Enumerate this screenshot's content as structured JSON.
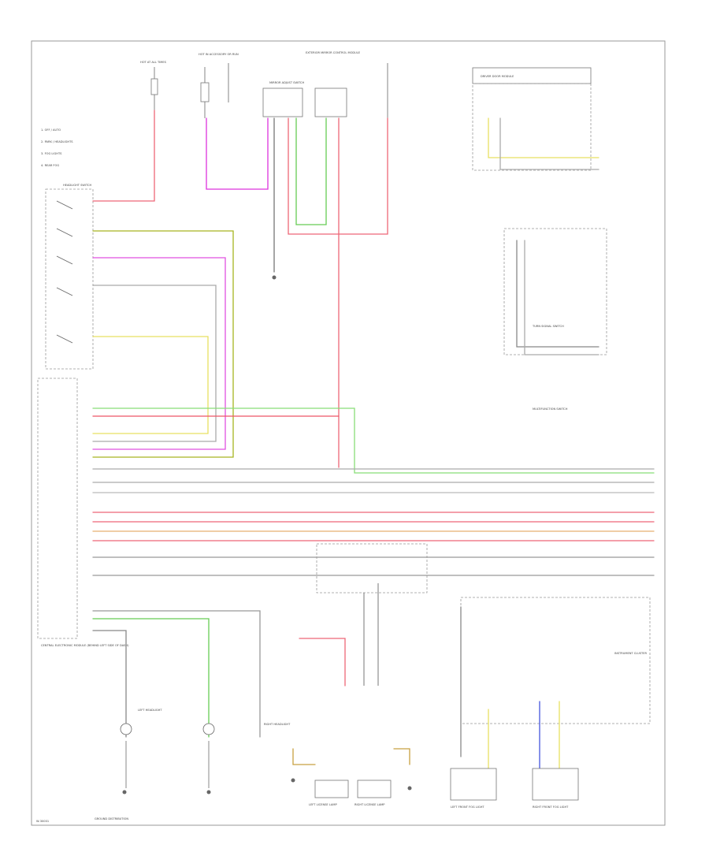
{
  "labels": {
    "top_left_fuse": "HOT AT ALL TIMES",
    "fuse_box_top": "HOT IN ACCESSORY OR RUN",
    "module_a": "MIRROR ADJUST SWITCH",
    "top_center_module": "EXTERIOR MIRROR CONTROL MODULE",
    "right_top_module": "DRIVER DOOR MODULE",
    "legend_1": "1. OFF / AUTO",
    "legend_2": "2. PARK / HEADLIGHTS",
    "legend_3": "3. FOG LIGHTS",
    "legend_4": "4. REAR FOG",
    "headlight_switch": "HEADLIGHT SWITCH",
    "left_module_caption": "CENTRAL ELECTRONIC MODULE (BEHIND LEFT SIDE OF DASH)",
    "right_mid_module": "TURN SIGNAL SWITCH",
    "right_mid_caption": "MULTIFUNCTION SWITCH",
    "right_lower_caption": "INSTRUMENT CLUSTER",
    "left_headlight": "LEFT HEADLIGHT",
    "right_headlight": "RIGHT HEADLIGHT",
    "left_fog": "LEFT FRONT FOG LIGHT",
    "right_fog": "RIGHT FRONT FOG LIGHT",
    "left_plate": "LEFT LICENSE LAMP",
    "right_plate": "RIGHT LICENSE LAMP",
    "ground_caption": "GROUND DISTRIBUTION",
    "footer": "W-30001"
  },
  "wire_colors": {
    "red": "#ee5566",
    "magenta": "#dd33dd",
    "yellow": "#e8e050",
    "green": "#66cc55",
    "olive": "#9aa820",
    "gray": "#888888",
    "blue": "#4455dd",
    "tan": "#c8a040",
    "lightgray": "#bbbbbb"
  }
}
